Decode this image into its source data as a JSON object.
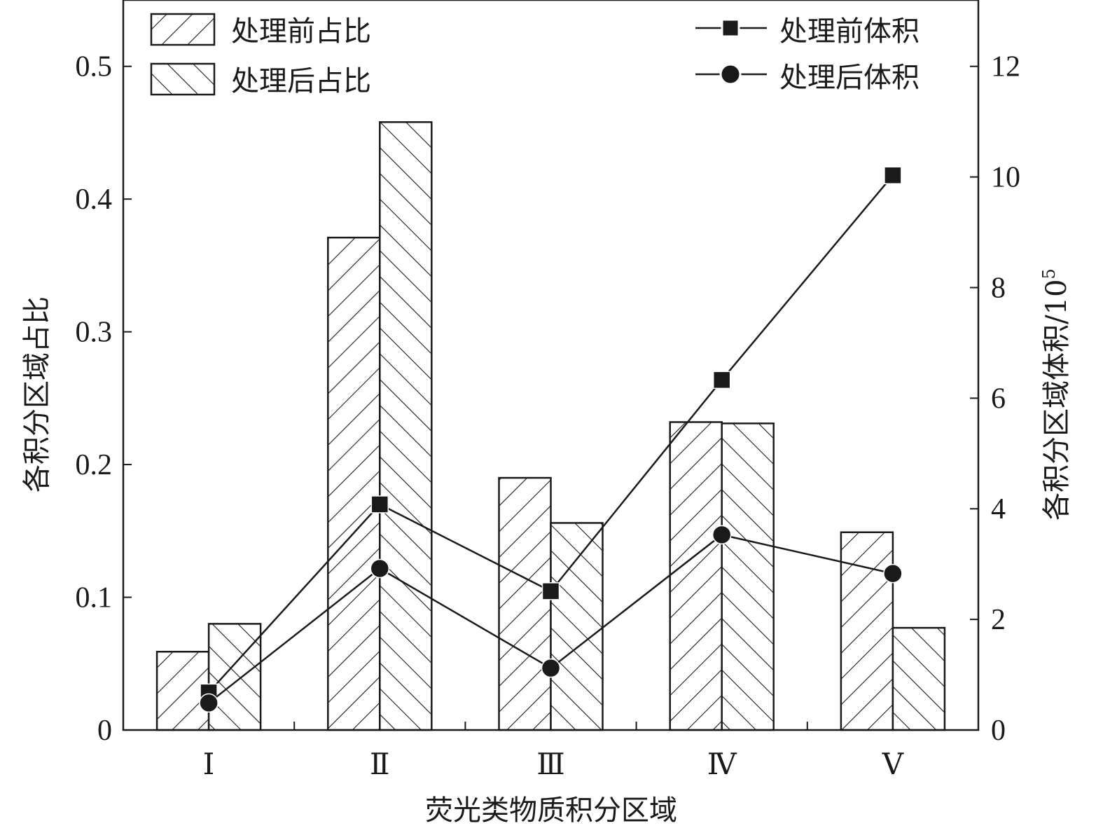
{
  "chart_data": {
    "type": "bar",
    "xlabel": "荧光类物质积分区域",
    "ylabel_left": "各积分区域占比",
    "ylabel_right": "各积分区域体积/10",
    "ylabel_right_superscript": "5",
    "categories": [
      "Ⅰ",
      "Ⅱ",
      "Ⅲ",
      "Ⅳ",
      "Ⅴ"
    ],
    "y_left": {
      "lim": [
        0,
        0.55
      ],
      "ticks": [
        0,
        0.1,
        0.2,
        0.3,
        0.4,
        0.5
      ],
      "tick_labels": [
        "0",
        "0.1",
        "0.2",
        "0.3",
        "0.4",
        "0.5"
      ]
    },
    "y_right": {
      "lim": [
        0,
        13.2
      ],
      "ticks": [
        0,
        2,
        4,
        6,
        8,
        10,
        12
      ],
      "tick_labels": [
        "0",
        "2",
        "4",
        "6",
        "8",
        "10",
        "12"
      ]
    },
    "bar_series": [
      {
        "name": "处理前占比",
        "values": [
          0.059,
          0.371,
          0.19,
          0.232,
          0.149
        ],
        "hatch": "forward"
      },
      {
        "name": "处理后占比",
        "values": [
          0.08,
          0.458,
          0.156,
          0.231,
          0.077
        ],
        "hatch": "backward"
      }
    ],
    "line_series": [
      {
        "name": "处理前体积",
        "values": [
          0.68,
          4.08,
          2.51,
          6.33,
          10.03
        ],
        "marker": "square"
      },
      {
        "name": "处理后体积",
        "values": [
          0.49,
          2.92,
          1.12,
          3.53,
          2.83
        ],
        "marker": "circle"
      }
    ],
    "legend_left": "top-left",
    "legend_right": "top-right",
    "grid": false
  }
}
